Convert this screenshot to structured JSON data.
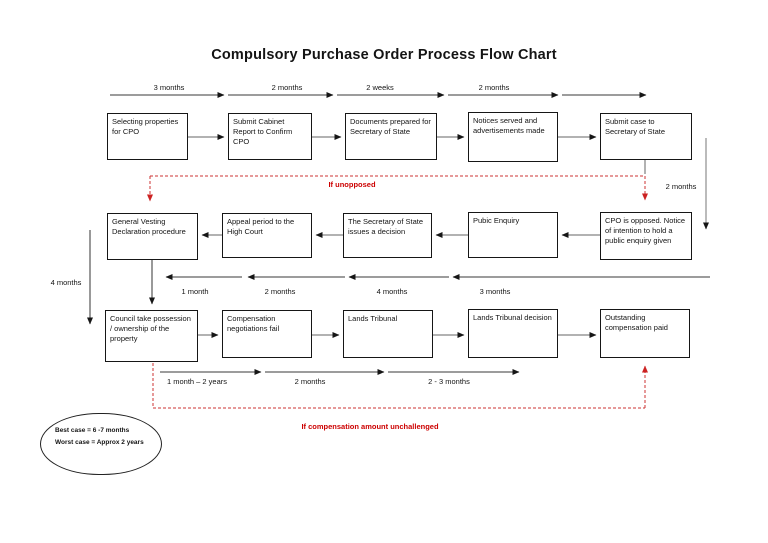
{
  "title": "Compulsory Purchase Order Process Flow Chart",
  "colors": {
    "accent_red": "#cc0000",
    "line_gray": "#666666",
    "line_dark": "#3a3a3a",
    "box_border": "#161616"
  },
  "top_row": {
    "durations": [
      "3 months",
      "2 months",
      "2 weeks",
      "2 months"
    ],
    "steps": [
      "Selecting properties for CPO",
      "Submit Cabinet Report to Confirm CPO",
      "Documents prepared for Secretary of State",
      "Notices served and advertisements made",
      "Submit case to Secretary of State"
    ]
  },
  "middle_row": {
    "durations": [
      "1 month",
      "2 months",
      "4 months",
      "3 months"
    ],
    "steps": [
      "General Vesting Declaration procedure",
      "Appeal period to the High Court",
      "The Secretary of State issues a decision",
      "Pubic Enquiry",
      "CPO is opposed. Notice of intention to hold a public enquiry given"
    ]
  },
  "bottom_row": {
    "durations": [
      "1 month – 2 years",
      "2 months",
      "2 - 3 months"
    ],
    "steps": [
      "Council take possession / ownership of the property",
      "Compensation negotiations fail",
      "Lands Tribunal",
      "Lands Tribunal decision",
      "Outstanding compensation paid"
    ]
  },
  "side_labels": {
    "submit_to_opposed": "2 months",
    "vesting_to_possession": "4 months"
  },
  "conditions": {
    "if_unopposed": "If unopposed",
    "if_unchallenged": "If compensation amount unchallenged"
  },
  "summary_note": {
    "best_case": "Best case = 6 -7 months",
    "worst_case": "Worst case = Approx 2 years"
  }
}
